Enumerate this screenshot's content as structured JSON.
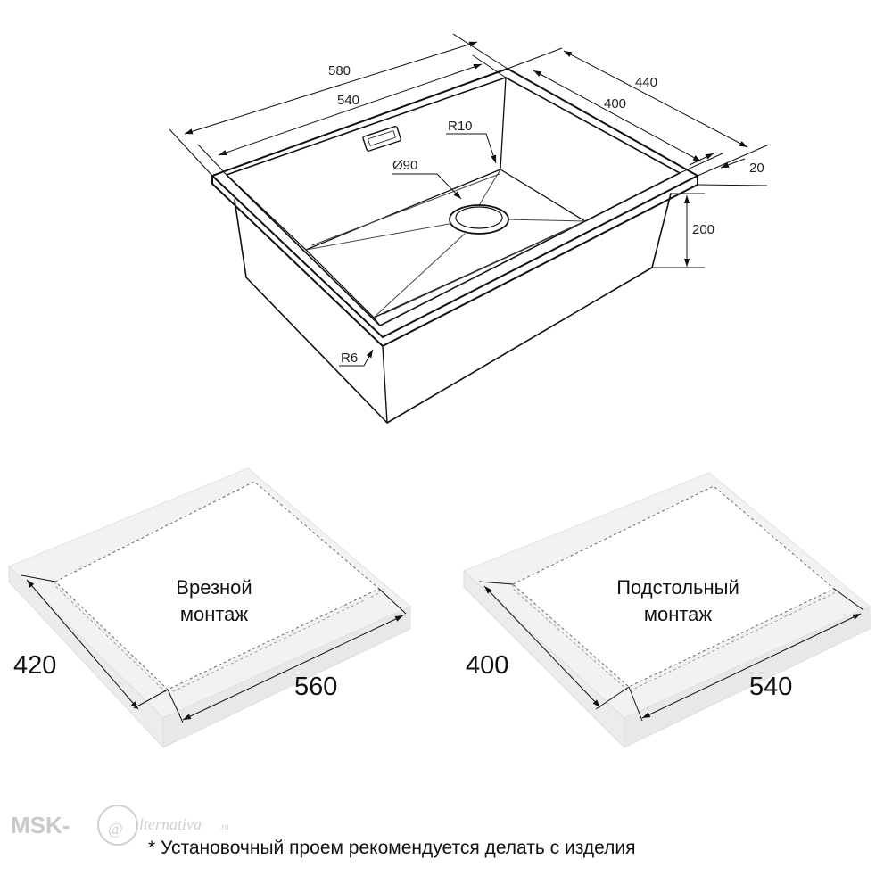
{
  "diagram": {
    "sink": {
      "overall_width": "580",
      "inner_width": "540",
      "overall_depth": "440",
      "inner_depth": "400",
      "rim_width": "20",
      "bowl_height": "200",
      "corner_radius_inner": "R10",
      "corner_radius_outer": "R6",
      "drain_diameter": "Ø90"
    },
    "mounting": [
      {
        "label_line1": "Врезной",
        "label_line2": "монтаж",
        "depth": "420",
        "width": "560"
      },
      {
        "label_line1": "Подстольный",
        "label_line2": "монтаж",
        "depth": "400",
        "width": "540"
      }
    ],
    "footnote": "* Установочный проем рекомендуется делать с изделия",
    "watermark": {
      "prefix": "MSK-",
      "symbol": "@",
      "rest": "lternativa",
      "suffix": ".ru"
    }
  }
}
